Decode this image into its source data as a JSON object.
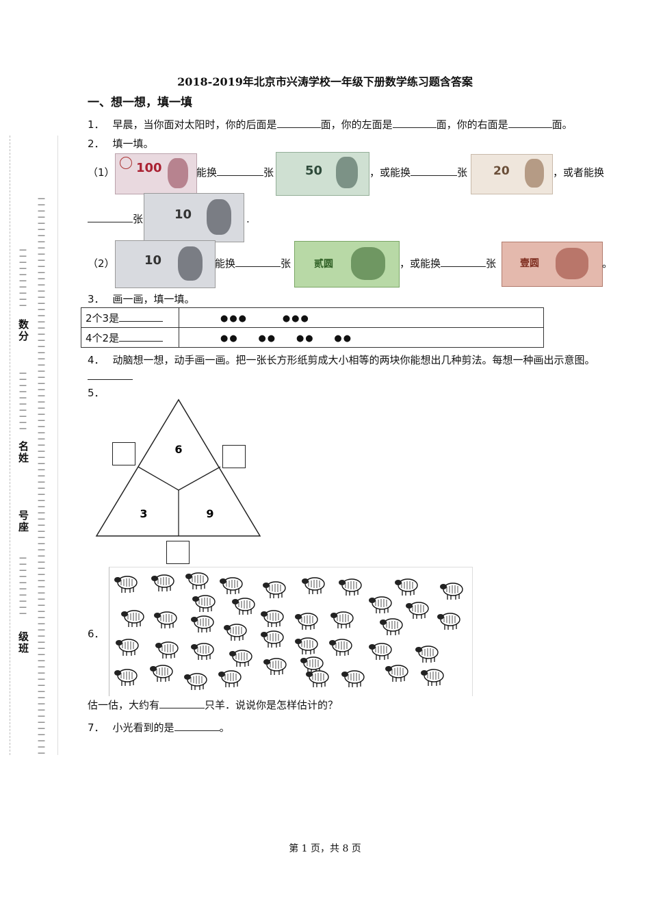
{
  "title": "2018-2019年北京市兴涛学校一年级下册数学练习题含答案",
  "section": "一、想一想，填一填",
  "sidebar": {
    "labels": [
      "数分",
      "名姓",
      "号座",
      "级班"
    ]
  },
  "q1": {
    "num": "1．",
    "part1": "早晨，当你面对太阳时，你的后面是",
    "part2": "面，你的左面是",
    "part3": "面，你的右面是",
    "part4": "面。"
  },
  "q2": {
    "num": "2．",
    "text": "填一填。",
    "row1": {
      "label": "（1）",
      "t1": "能换",
      "t2": "张",
      "t3": "，或能换",
      "t4": "张",
      "t5": "，或者能换",
      "t6": "张",
      "t7": "."
    },
    "row2": {
      "label": "（2）",
      "t1": "能换",
      "t2": "张",
      "t3": "，或能换",
      "t4": "张",
      "t5": "。"
    },
    "notes": {
      "n100": "100",
      "n50": "50",
      "n20": "20",
      "n10": "10",
      "n2": "贰圆",
      "n1": "壹圆"
    }
  },
  "q3": {
    "num": "3．",
    "text": "画一画，填一填。",
    "rows": [
      {
        "label": "2个3是",
        "dots": [
          "●●●",
          "●●●"
        ]
      },
      {
        "label": "4个2是",
        "dots": [
          "●●",
          "●●",
          "●●",
          "●●"
        ]
      }
    ]
  },
  "q4": {
    "num": "4．",
    "text": "动脑想一想，动手画一画。把一张长方形纸剪成大小相等的两块你能想出几种剪法。每想一种画出示意图。"
  },
  "q5": {
    "num": "5．",
    "values": {
      "top": "6",
      "left": "3",
      "right": "9"
    }
  },
  "q6": {
    "num": "6．",
    "text1": "估一估，大约有",
    "text2": "只羊．说说你是怎样估计的？"
  },
  "q7": {
    "num": "7．",
    "text1": "小光看到的是",
    "text2": "。"
  },
  "footer": "第 1 页，共 8 页"
}
